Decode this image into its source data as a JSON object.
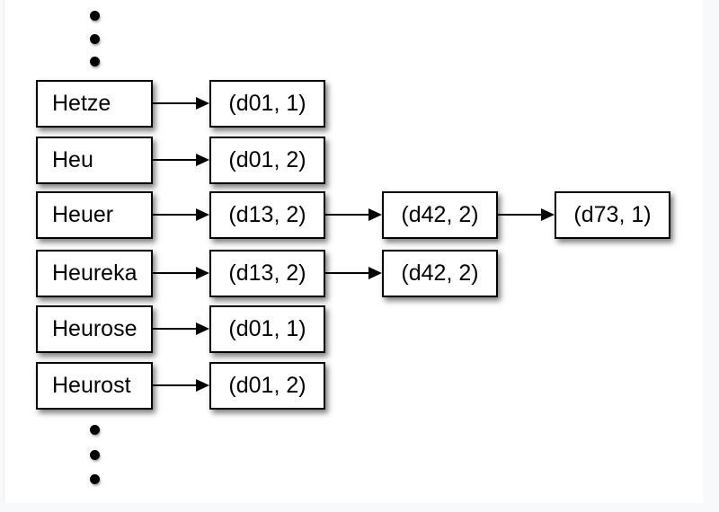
{
  "page": {
    "background": "#f8f9fa",
    "panel_background": "#ffffff"
  },
  "diagram": {
    "description": "dictionary-terms-with-postings-lists",
    "rows": [
      {
        "term": "Hetze",
        "postings": [
          "(d01, 1)"
        ]
      },
      {
        "term": "Heu",
        "postings": [
          "(d01, 2)"
        ]
      },
      {
        "term": "Heuer",
        "postings": [
          "(d13, 2)",
          "(d42, 2)",
          "(d73, 1)"
        ]
      },
      {
        "term": "Heureka",
        "postings": [
          "(d13, 2)",
          "(d42, 2)"
        ]
      },
      {
        "term": "Heurose",
        "postings": [
          "(d01, 1)"
        ]
      },
      {
        "term": "Heurost",
        "postings": [
          "(d01, 2)"
        ]
      }
    ],
    "ellipsis": {
      "top_dot_count": 3,
      "bottom_dot_count": 3
    },
    "colors": {
      "box_border": "#000000",
      "box_fill": "#ffffff",
      "arrow": "#000000",
      "dot": "#000000",
      "shadow": "rgba(0,0,0,0.5)"
    }
  }
}
